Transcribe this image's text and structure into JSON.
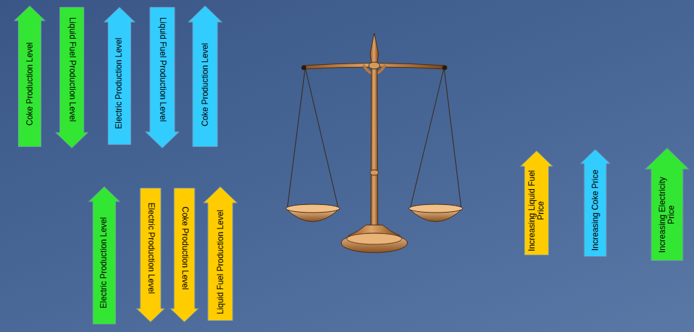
{
  "diagram": {
    "nodes": [
      {
        "text": [
          "Coke Production Level"
        ]
      },
      {
        "text": [
          "Liquid Fuel Production Level"
        ]
      },
      {
        "text": [
          "Electric Production Level"
        ]
      },
      {
        "text": [
          "Liquid Fuel Production Level"
        ]
      },
      {
        "text": [
          "Coke Production Level"
        ]
      },
      {
        "text": [
          "Electric Production Level"
        ]
      },
      {
        "text": [
          "Electric Production Level"
        ]
      },
      {
        "text": [
          "Coke Production Level"
        ]
      },
      {
        "text": [
          "Liquid Fuel Production Level"
        ]
      },
      {
        "text": [
          "Increasing Liquid Fuel Price"
        ]
      },
      {
        "text": [
          "Increasing Coke Price"
        ]
      },
      {
        "text": [
          "Increasing Electricity Price"
        ]
      }
    ]
  }
}
